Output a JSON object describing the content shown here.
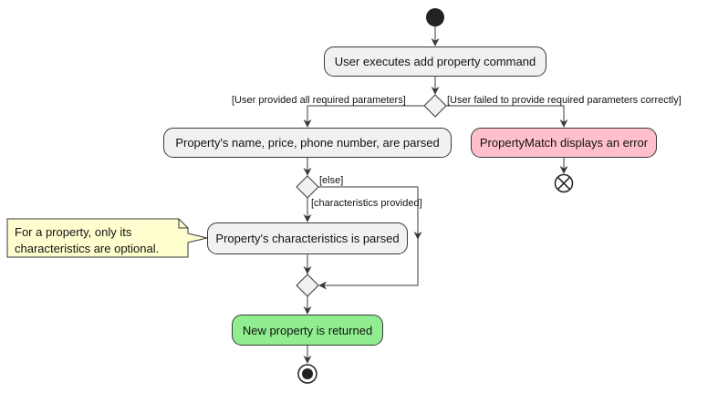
{
  "diagram": {
    "actions": {
      "execute": "User executes add property command",
      "parse_basic": "Property's name, price, phone number, are parsed",
      "error": "PropertyMatch displays an error",
      "parse_characteristics": "Property's characteristics is parsed",
      "returned": "New property is returned"
    },
    "guards": {
      "required_ok": "[User provided all required parameters]",
      "required_fail": "[User failed to provide required parameters correctly]",
      "else": "[else]",
      "characteristics_provided": "[characteristics provided]"
    },
    "note": {
      "line1": "For a property, only its",
      "line2": "characteristics are optional."
    },
    "colors": {
      "action_fill": "#f1f1f1",
      "error_fill": "#ffc0cb",
      "success_fill": "#90ee90",
      "note_fill": "#fefece",
      "line": "#3a3a3a"
    }
  }
}
